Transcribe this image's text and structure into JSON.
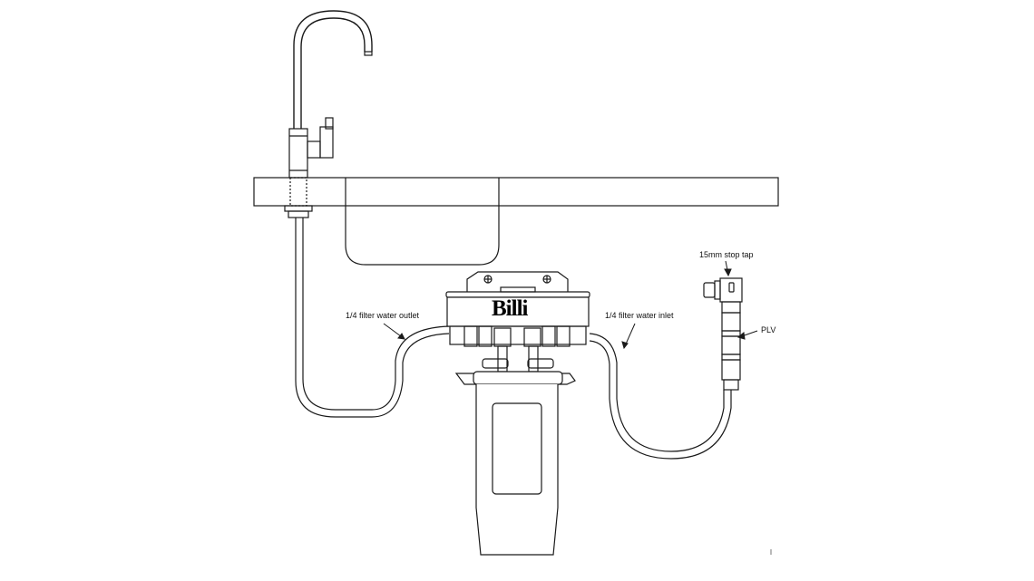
{
  "diagram": {
    "brand": "Billi",
    "labels": {
      "outlet": "1/4 filter water outlet",
      "inlet": "1/4 filter water inlet",
      "stop_tap": "15mm stop tap",
      "plv": "PLV"
    },
    "colors": {
      "line": "#1a1a1a",
      "background": "#ffffff"
    }
  }
}
